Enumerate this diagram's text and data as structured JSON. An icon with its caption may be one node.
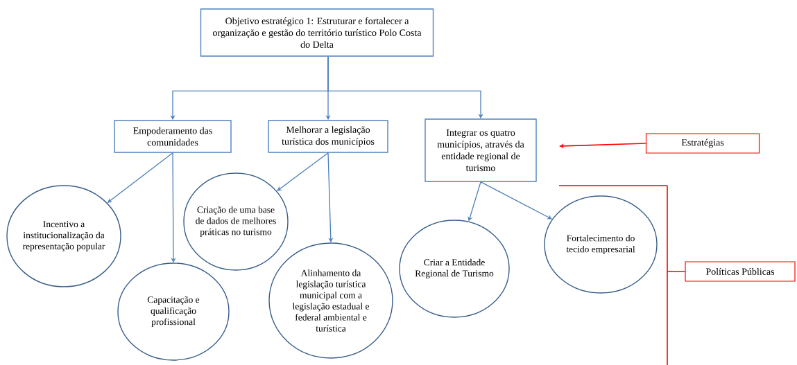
{
  "diagram": {
    "nodes": [
      {
        "text": [
          "Objetivo estratégico 1: Estruturar e fortalecer a organização e gestão do território turístico Polo Costa do Delta"
        ]
      },
      {
        "text": [
          "Empoderamento das comunidades"
        ]
      },
      {
        "text": [
          "Melhorar a legislação turística dos municípios"
        ]
      },
      {
        "text": [
          "Integrar os quatro municípios, através da entidade regional de turismo"
        ]
      },
      {
        "text": [
          "Estratégias"
        ]
      },
      {
        "text": [
          "Políticas Públicas"
        ]
      },
      {
        "text": [
          "Incentivo a institucionalização da representação popular"
        ]
      },
      {
        "text": [
          "Capacitação e qualificação profissional"
        ]
      },
      {
        "text": [
          "Criação de uma base de dados de melhores práticas no turismo"
        ]
      },
      {
        "text": [
          "Alinhamento da legislação turística municipal com a legislação estadual e federal ambiental e turística"
        ]
      },
      {
        "text": [
          "Criar a Entidade Regional de Turismo"
        ]
      },
      {
        "text": [
          "Fortalecimento do tecido empresarial"
        ]
      }
    ],
    "edges": [
      {
        "from": 0,
        "to": 1,
        "arrow": "to"
      },
      {
        "from": 0,
        "to": 2,
        "arrow": "to"
      },
      {
        "from": 0,
        "to": 3,
        "arrow": "to"
      },
      {
        "from": 1,
        "to": 6,
        "arrow": "to"
      },
      {
        "from": 1,
        "to": 7,
        "arrow": "to"
      },
      {
        "from": 2,
        "to": 8,
        "arrow": "to"
      },
      {
        "from": 2,
        "to": 9,
        "arrow": "to"
      },
      {
        "from": 3,
        "to": 10,
        "arrow": "to"
      },
      {
        "from": 3,
        "to": 11,
        "arrow": "to"
      },
      {
        "from": 4,
        "to": null,
        "arrow": "to",
        "color": "#ff0000"
      },
      {
        "from": 5,
        "to": null,
        "arrow": "none",
        "color": "#ff0000"
      }
    ]
  }
}
